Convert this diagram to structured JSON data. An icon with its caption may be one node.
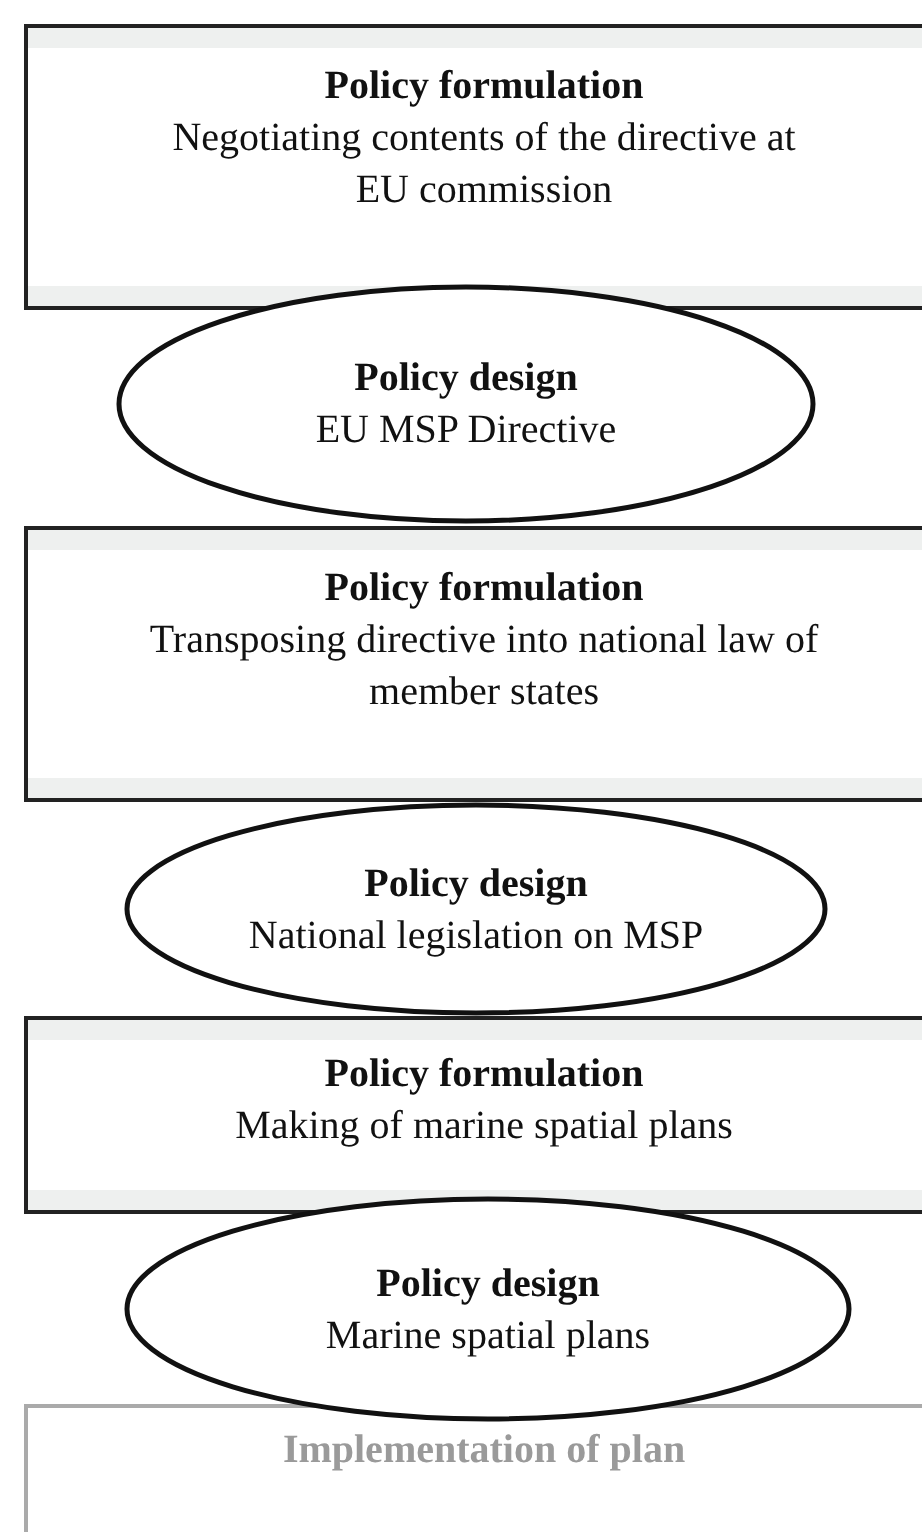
{
  "diagram": {
    "nodes": [
      {
        "text": [
          "Policy formulation",
          "Negotiating contents of the directive at EU commission"
        ]
      },
      {
        "text": [
          "Policy design",
          "EU MSP Directive"
        ]
      },
      {
        "text": [
          "Policy formulation",
          "Transposing directive into national law of member states"
        ]
      },
      {
        "text": [
          "Policy design",
          "National legislation on MSP"
        ]
      },
      {
        "text": [
          "Policy formulation",
          "Making of marine spatial plans"
        ]
      },
      {
        "text": [
          "Policy design",
          "Marine spatial plans"
        ]
      },
      {
        "text": [
          "Implementation of plan"
        ]
      }
    ]
  }
}
